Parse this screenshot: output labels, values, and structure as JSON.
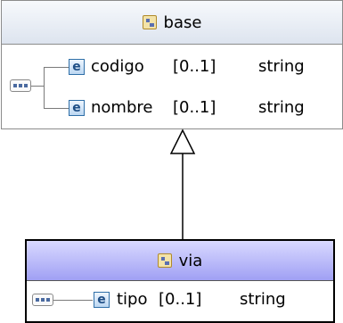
{
  "diagram": {
    "base": {
      "title": "base",
      "elements": [
        {
          "name": "codigo",
          "multiplicity": "[0..1]",
          "type": "string"
        },
        {
          "name": "nombre",
          "multiplicity": "[0..1]",
          "type": "string"
        }
      ]
    },
    "via": {
      "title": "via",
      "elements": [
        {
          "name": "tipo",
          "multiplicity": "[0..1]",
          "type": "string"
        }
      ]
    },
    "icons": {
      "element_glyph": "e"
    }
  }
}
